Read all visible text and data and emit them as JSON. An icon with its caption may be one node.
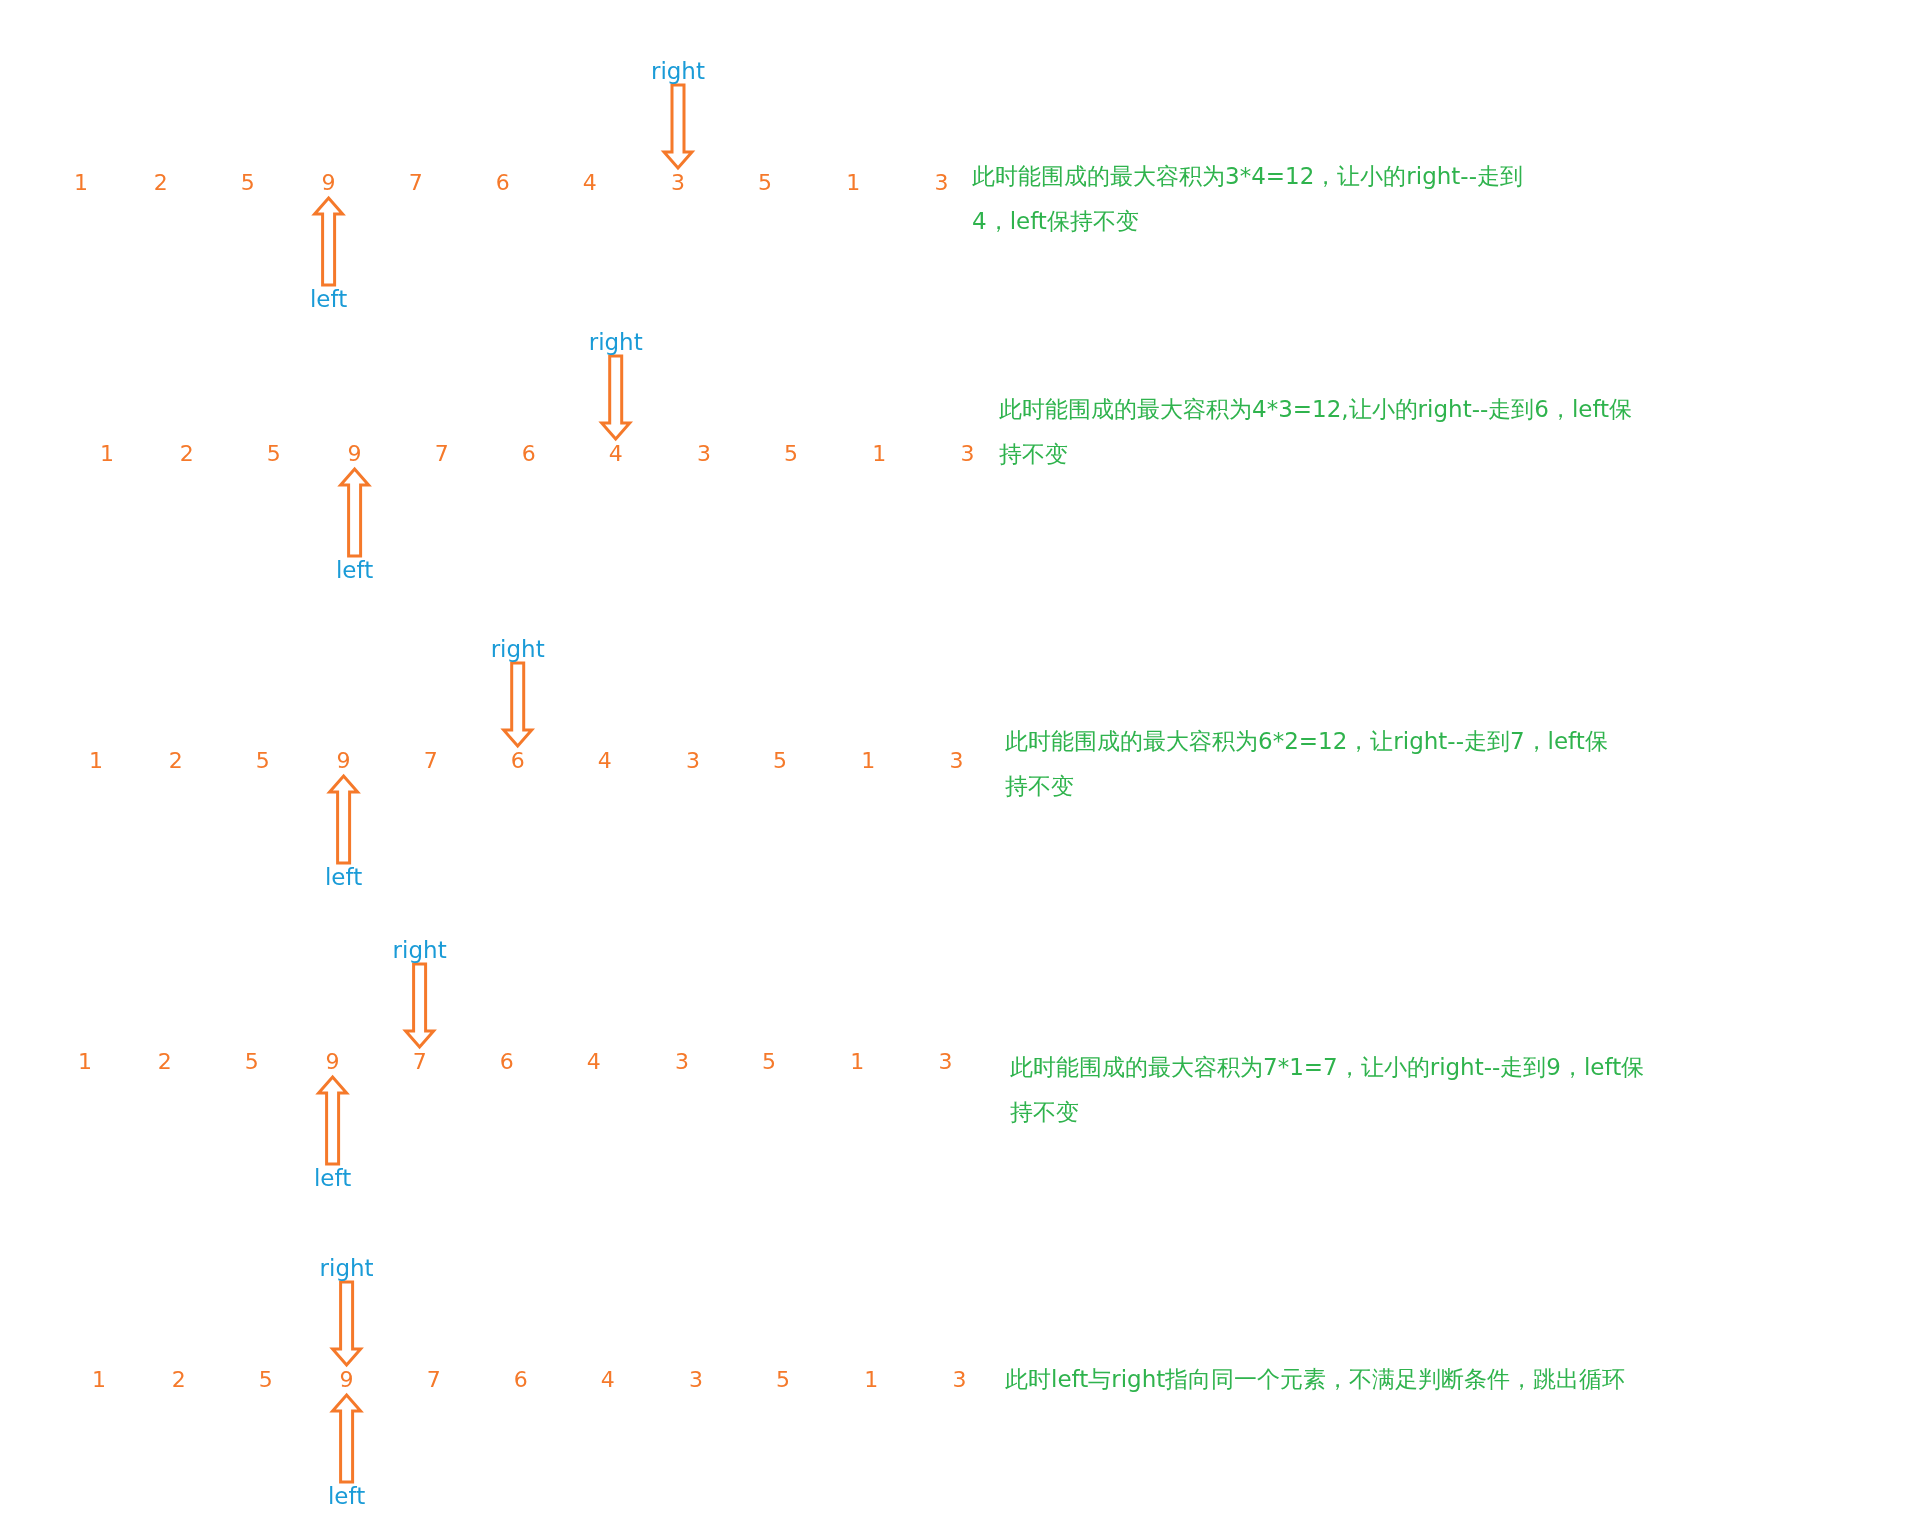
{
  "diagram": {
    "nodes": [
      {
        "text": [
          "right"
        ]
      },
      {
        "text": [
          "1"
        ]
      },
      {
        "text": [
          "2"
        ]
      },
      {
        "text": [
          "5"
        ]
      },
      {
        "text": [
          "9"
        ]
      },
      {
        "text": [
          "7"
        ]
      },
      {
        "text": [
          "6"
        ]
      },
      {
        "text": [
          "4"
        ]
      },
      {
        "text": [
          "3"
        ]
      },
      {
        "text": [
          "5"
        ]
      },
      {
        "text": [
          "1"
        ]
      },
      {
        "text": [
          "3"
        ]
      },
      {
        "text": [
          "left"
        ]
      },
      {
        "text": [
          "right"
        ]
      },
      {
        "text": [
          "1"
        ]
      },
      {
        "text": [
          "2"
        ]
      },
      {
        "text": [
          "5"
        ]
      },
      {
        "text": [
          "9"
        ]
      },
      {
        "text": [
          "7"
        ]
      },
      {
        "text": [
          "6"
        ]
      },
      {
        "text": [
          "4"
        ]
      },
      {
        "text": [
          "3"
        ]
      },
      {
        "text": [
          "5"
        ]
      },
      {
        "text": [
          "1"
        ]
      },
      {
        "text": [
          "3"
        ]
      },
      {
        "text": [
          "left"
        ]
      },
      {
        "text": [
          "right"
        ]
      },
      {
        "text": [
          "1"
        ]
      },
      {
        "text": [
          "2"
        ]
      },
      {
        "text": [
          "5"
        ]
      },
      {
        "text": [
          "9"
        ]
      },
      {
        "text": [
          "7"
        ]
      },
      {
        "text": [
          "6"
        ]
      },
      {
        "text": [
          "4"
        ]
      },
      {
        "text": [
          "3"
        ]
      },
      {
        "text": [
          "5"
        ]
      },
      {
        "text": [
          "1"
        ]
      },
      {
        "text": [
          "3"
        ]
      },
      {
        "text": [
          "left"
        ]
      },
      {
        "text": [
          "right"
        ]
      },
      {
        "text": [
          "1"
        ]
      },
      {
        "text": [
          "2"
        ]
      },
      {
        "text": [
          "5"
        ]
      },
      {
        "text": [
          "9"
        ]
      },
      {
        "text": [
          "7"
        ]
      },
      {
        "text": [
          "6"
        ]
      },
      {
        "text": [
          "4"
        ]
      },
      {
        "text": [
          "3"
        ]
      },
      {
        "text": [
          "5"
        ]
      },
      {
        "text": [
          "1"
        ]
      },
      {
        "text": [
          "3"
        ]
      },
      {
        "text": [
          "left"
        ]
      },
      {
        "text": [
          "right"
        ]
      },
      {
        "text": [
          "1"
        ]
      },
      {
        "text": [
          "2"
        ]
      },
      {
        "text": [
          "5"
        ]
      },
      {
        "text": [
          "9"
        ]
      },
      {
        "text": [
          "7"
        ]
      },
      {
        "text": [
          "6"
        ]
      },
      {
        "text": [
          "4"
        ]
      },
      {
        "text": [
          "3"
        ]
      },
      {
        "text": [
          "5"
        ]
      },
      {
        "text": [
          "1"
        ]
      },
      {
        "text": [
          "3"
        ]
      },
      {
        "text": [
          "left"
        ]
      }
    ],
    "edges": [
      {
        "from": 0,
        "to": 8,
        "arrow": "to"
      },
      {
        "from": 12,
        "to": 4,
        "arrow": "to"
      },
      {
        "from": 13,
        "to": 20,
        "arrow": "to"
      },
      {
        "from": 25,
        "to": 17,
        "arrow": "to"
      },
      {
        "from": 26,
        "to": 32,
        "arrow": "to"
      },
      {
        "from": 38,
        "to": 30,
        "arrow": "to"
      },
      {
        "from": 39,
        "to": 44,
        "arrow": "to"
      },
      {
        "from": 51,
        "to": 43,
        "arrow": "to"
      },
      {
        "from": 52,
        "to": 56,
        "arrow": "to"
      },
      {
        "from": 64,
        "to": 56,
        "arrow": "to"
      }
    ],
    "labels": [
      "此时能围成的最大容积为3*4=12，让小的right--走到4，left保持不变",
      "此时能围成的最大容积为4*3=12,让小的right--走到6，left保持不变",
      "此时能围成的最大容积为6*2=12，让right--走到7，left保持不变",
      "此时能围成的最大容积为7*1=7，让小的right--走到9，left保持不变",
      "此时left与right指向同一个元素，不满足判断条件，跳出循环"
    ]
  }
}
